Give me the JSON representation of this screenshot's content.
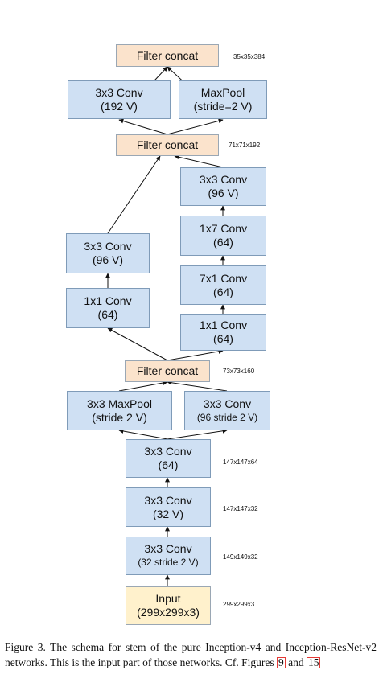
{
  "nodes": {
    "concat_top": {
      "l1": "Filter concat"
    },
    "conv_192v": {
      "l1": "3x3 Conv",
      "l2": "(192 V)"
    },
    "maxpool_s2v": {
      "l1": "MaxPool",
      "l2": "(stride=2 V)"
    },
    "concat_mid": {
      "l1": "Filter concat"
    },
    "conv_96v_right": {
      "l1": "3x3 Conv",
      "l2": "(96 V)"
    },
    "conv_1x7": {
      "l1": "1x7 Conv",
      "l2": "(64)"
    },
    "conv_7x1": {
      "l1": "7x1 Conv",
      "l2": "(64)"
    },
    "conv_1x1_right": {
      "l1": "1x1 Conv",
      "l2": "(64)"
    },
    "conv_96v_left": {
      "l1": "3x3 Conv",
      "l2": "(96 V)"
    },
    "conv_1x1_left": {
      "l1": "1x1 Conv",
      "l2": "(64)"
    },
    "concat_low": {
      "l1": "Filter concat"
    },
    "maxpool_3x3": {
      "l1": "3x3 MaxPool",
      "l2": "(stride 2 V)"
    },
    "conv_96_s2v": {
      "l1": "3x3 Conv",
      "l2": "(96 stride 2 V)"
    },
    "conv_64": {
      "l1": "3x3 Conv",
      "l2": "(64)"
    },
    "conv_32v": {
      "l1": "3x3 Conv",
      "l2": "(32 V)"
    },
    "conv_32_s2v": {
      "l1": "3x3 Conv",
      "l2": "(32 stride 2 V)"
    },
    "input": {
      "l1": "Input",
      "l2": "(299x299x3)"
    }
  },
  "dims": {
    "concat_top": "35x35x384",
    "concat_mid": "71x71x192",
    "concat_low": "73x73x160",
    "conv_64": "147x147x64",
    "conv_32v": "147x147x32",
    "conv_32_s2v": "149x149x32",
    "input": "299x299x3"
  },
  "caption": {
    "text": "Figure 3. The schema for stem of the pure Inception-v4 and Inception-ResNet-v2 networks. This is the input part of those networks. Cf. Figures",
    "ref1": "9",
    "joiner": "and",
    "ref2": "15"
  }
}
